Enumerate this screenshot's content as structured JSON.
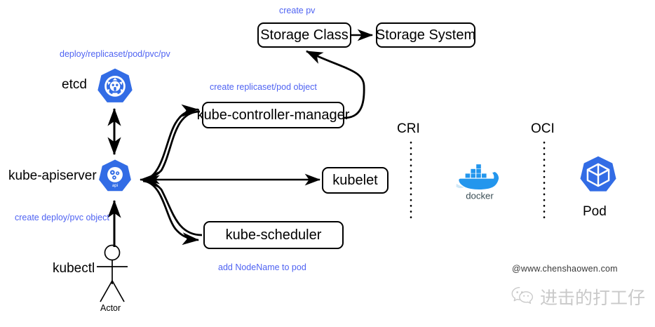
{
  "diagram": {
    "title": "Kubernetes object creation flow",
    "colors": {
      "label_blue": "#4f63f2",
      "kube_blue": "#326ce5",
      "docker_blue": "#2496ed",
      "stroke_black": "#000000",
      "watermark_gray": "#c9c9c9",
      "background": "#ffffff"
    },
    "boxes": [
      {
        "id": "storage-class",
        "label": "Storage Class"
      },
      {
        "id": "storage-system",
        "label": "Storage System"
      },
      {
        "id": "kube-controller-manager",
        "label": "kube-controller-manager"
      },
      {
        "id": "kubelet",
        "label": "kubelet"
      },
      {
        "id": "kube-scheduler",
        "label": "kube-scheduler"
      }
    ],
    "icon_nodes": [
      {
        "id": "etcd",
        "label": "etcd",
        "icon": "kubernetes-etcd-icon",
        "icon_caption": ""
      },
      {
        "id": "kube-apiserver",
        "label": "kube-apiserver",
        "icon": "kubernetes-apiserver-icon",
        "icon_caption": "api"
      },
      {
        "id": "pod",
        "label": "Pod",
        "icon": "kubernetes-pod-icon",
        "icon_caption": ""
      },
      {
        "id": "docker",
        "label": "docker",
        "icon": "docker-whale-icon",
        "icon_caption": ""
      }
    ],
    "actor": {
      "label": "kubectl",
      "caption": "Actor",
      "icon": "stick-figure-actor-icon"
    },
    "interface_lines": [
      {
        "id": "cri",
        "label": "CRI"
      },
      {
        "id": "oci",
        "label": "OCI"
      }
    ],
    "edge_labels": [
      {
        "id": "create-pv",
        "text": "create pv"
      },
      {
        "id": "deploy-objects",
        "text": "deploy/replicaset/pod/pvc/pv"
      },
      {
        "id": "create-replicaset-pod",
        "text": "create replicaset/pod object"
      },
      {
        "id": "create-deploy-pvc",
        "text": "create deploy/pvc object"
      },
      {
        "id": "add-nodename",
        "text": "add NodeName to pod"
      }
    ],
    "watermark": {
      "site": "@www.chenshaowen.com",
      "wechat_name": "进击的打工仔",
      "wechat_icon": "wechat-icon"
    }
  }
}
